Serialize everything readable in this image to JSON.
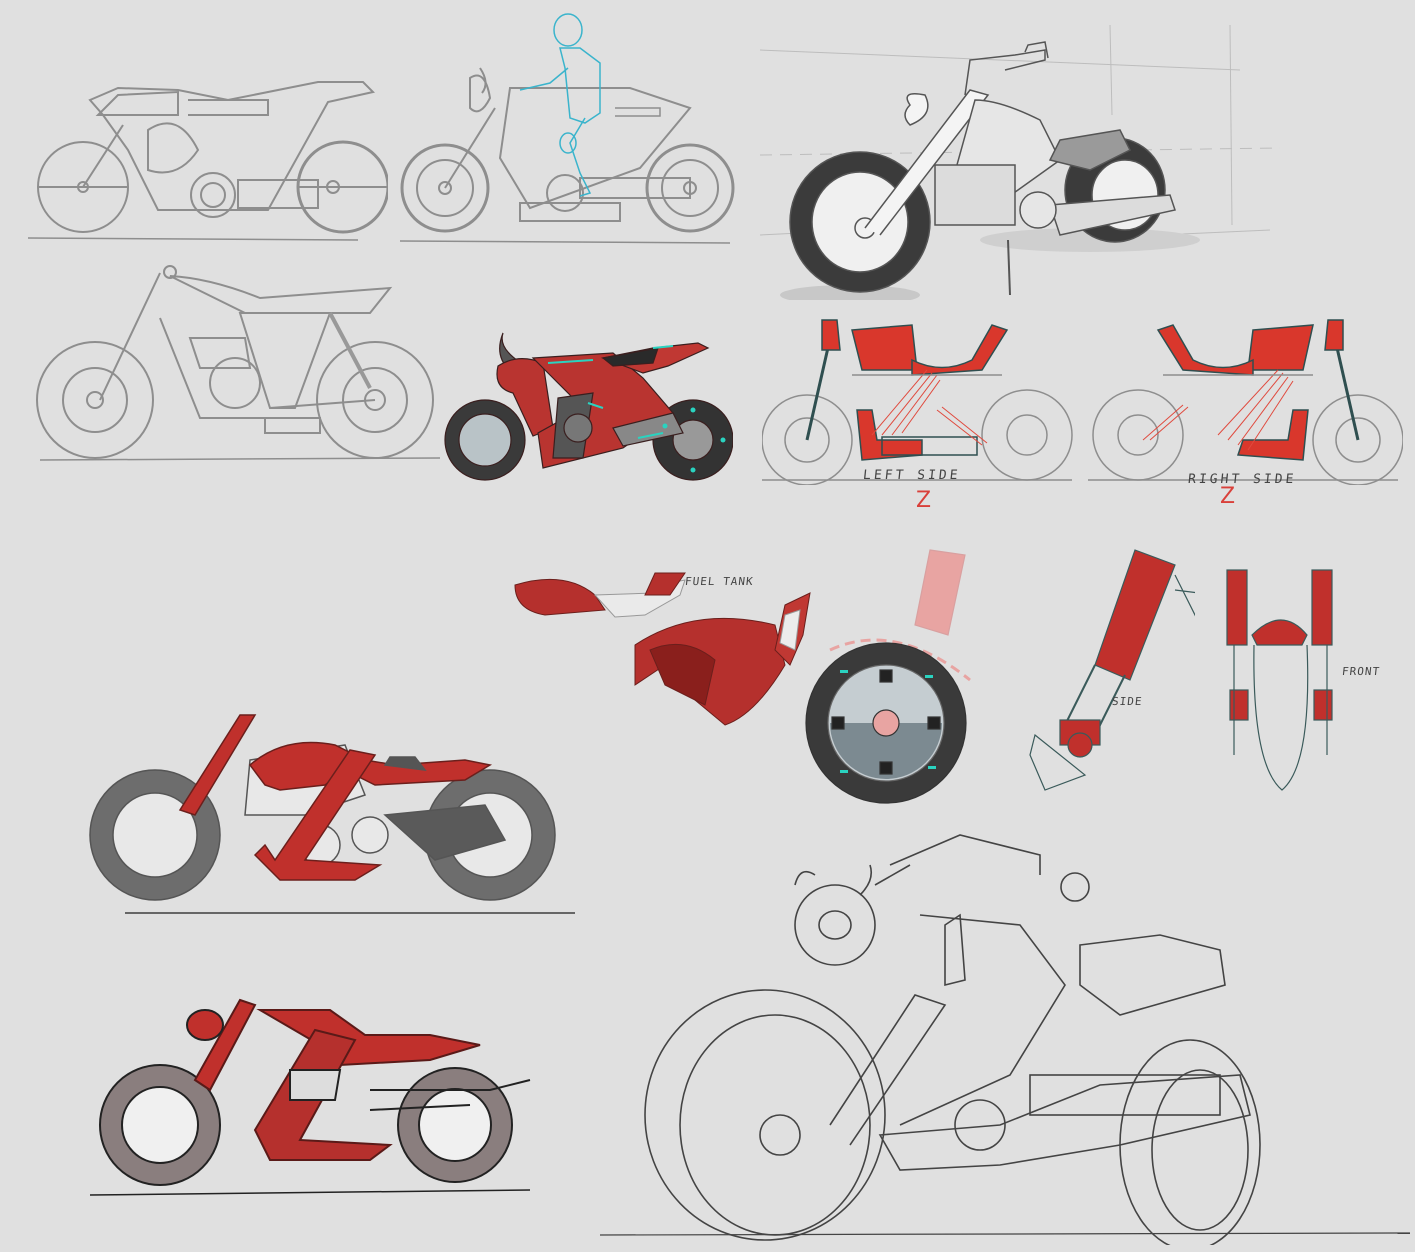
{
  "sheet": {
    "background": "#e0e0e0",
    "colors": {
      "pencil": "#8a8a8a",
      "ink": "#3a3a3a",
      "accent_red": "#c9302c",
      "deep_red": "#a82a27",
      "bright_red": "#e03a2e",
      "teal": "#2ad3c0",
      "rider_cyan": "#3ab4cc",
      "tire": "#3a3a3a"
    }
  },
  "sketches": [
    {
      "id": "sport-bike-rough",
      "style": "pencil"
    },
    {
      "id": "sport-bike-with-rider",
      "style": "pencil + cyan rider"
    },
    {
      "id": "cruiser-perspective",
      "style": "grey shaded"
    },
    {
      "id": "scrambler-frame",
      "style": "pencil"
    },
    {
      "id": "red-streetfighter",
      "style": "colored"
    },
    {
      "id": "left-side-view",
      "style": "red marker"
    },
    {
      "id": "right-side-view",
      "style": "red marker"
    },
    {
      "id": "fuel-tank-detail",
      "style": "red render"
    },
    {
      "id": "front-wheel-detail",
      "style": "colored"
    },
    {
      "id": "fork-side-detail",
      "style": "red render"
    },
    {
      "id": "fork-front-detail",
      "style": "red render"
    },
    {
      "id": "red-z-cruiser",
      "style": "red + grey"
    },
    {
      "id": "red-z-cruiser-v2",
      "style": "red + grey"
    },
    {
      "id": "lineart-perspective",
      "style": "ink line"
    }
  ],
  "labels": {
    "left_side": "LEFT SIDE",
    "right_side": "RIGHT SIDE",
    "left_z": "Z",
    "right_z": "Z",
    "fuel_tank": "FUEL TANK",
    "side": "SIDE",
    "front": "FRONT"
  }
}
